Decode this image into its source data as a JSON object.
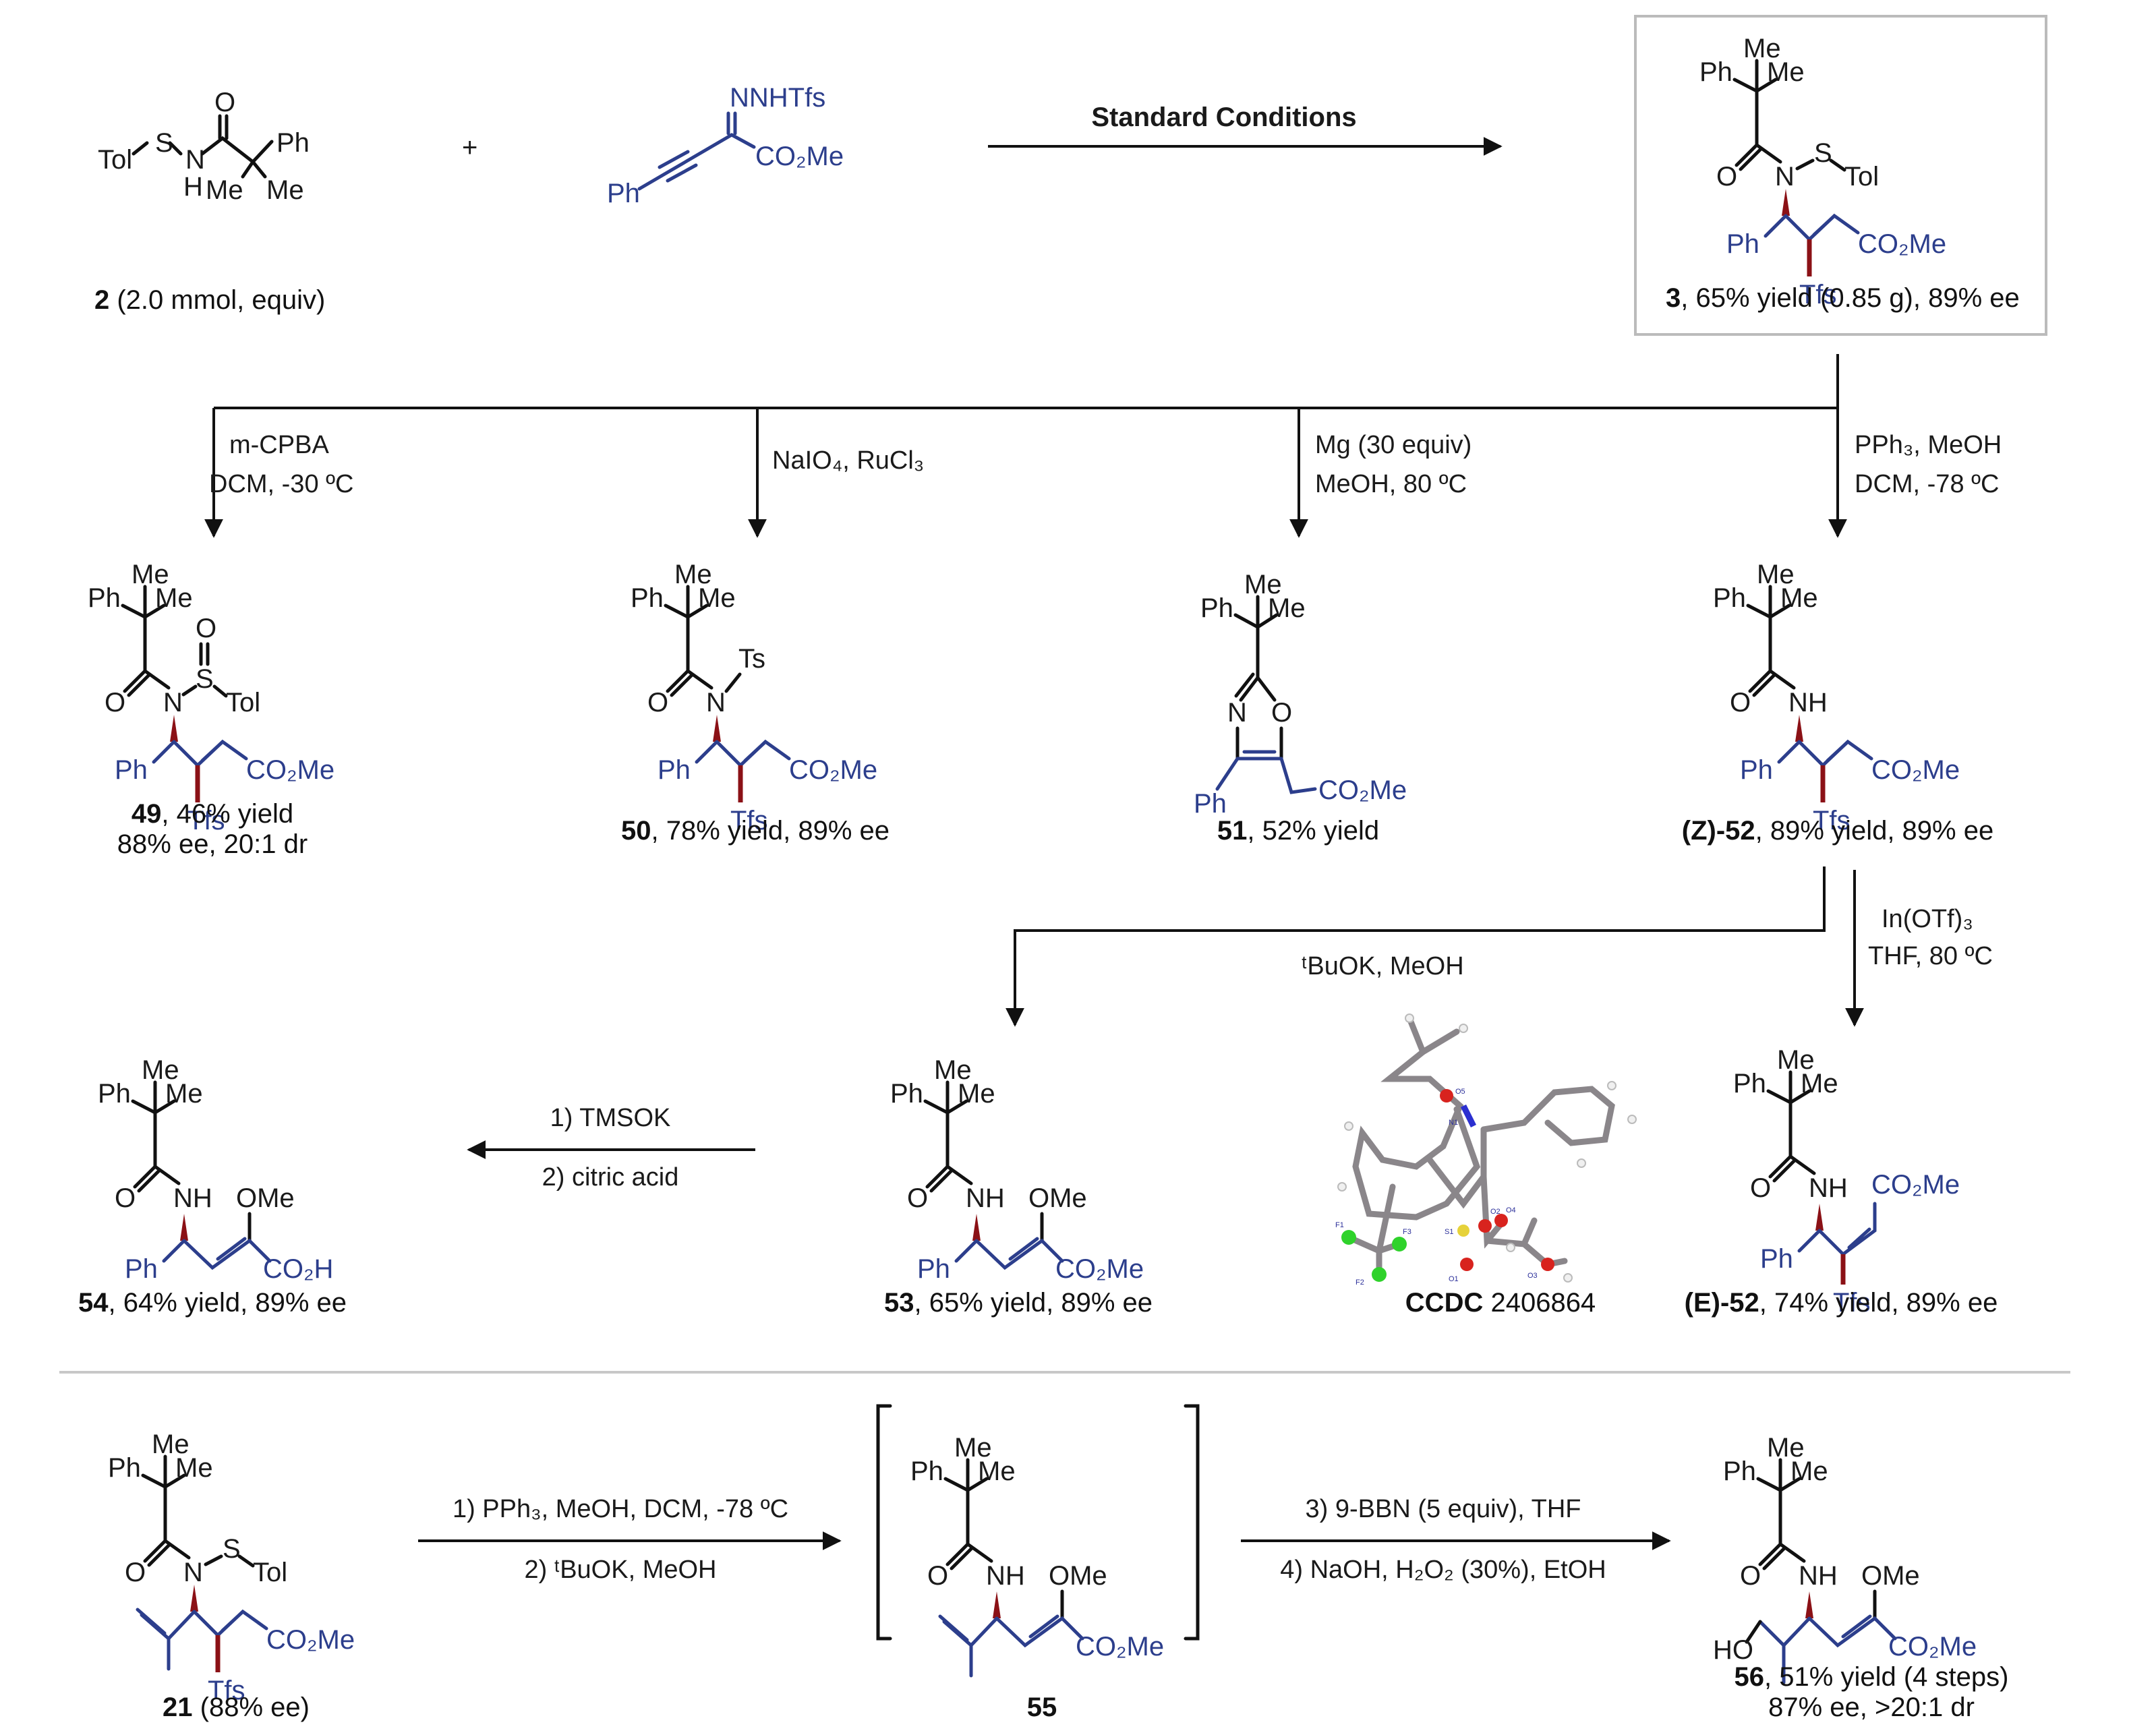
{
  "colors": {
    "substrate_blue": "#2c3e8c",
    "stereo_red": "#8b1116",
    "ink": "#111111",
    "box_border": "#bbbbbb"
  },
  "top": {
    "reactant_2": {
      "labels": {
        "tol": "Tol",
        "s": "S",
        "n": "N",
        "h": "H",
        "o": "O",
        "ph": "Ph",
        "me1": "Me",
        "me2": "Me"
      },
      "caption_bold": "2",
      "caption": " (2.0 mmol, equiv)"
    },
    "plus": "+",
    "reagent": {
      "nnhtfs": "NNHTfs",
      "co2me": "CO₂Me",
      "ph": "Ph"
    },
    "arrow_label": "Standard Conditions",
    "product_3": {
      "caption_bold": "3",
      "caption": ", 65% yield (0.85 g), 89% ee"
    }
  },
  "branches": [
    {
      "id": "49",
      "conditions": [
        "m-CPBA",
        "DCM, -30 ºC"
      ],
      "caption_bold": "49",
      "caption": ", 46% yield",
      "caption2": "88% ee, 20:1 dr"
    },
    {
      "id": "50",
      "conditions": [
        "NaIO₄, RuCl₃"
      ],
      "caption_bold": "50",
      "caption": ", 78% yield, 89% ee"
    },
    {
      "id": "51",
      "conditions": [
        "Mg (30 equiv)",
        "MeOH, 80 ºC"
      ],
      "caption_bold": "51",
      "caption": ", 52% yield"
    },
    {
      "id": "Z-52",
      "conditions": [
        "PPh₃, MeOH",
        "DCM, -78 ºC"
      ],
      "caption_bold": "(Z)-52",
      "caption": ", 89% yield, 89% ee"
    }
  ],
  "row2": {
    "tbuok_label": "ᵗBuOK, MeOH",
    "inotf_conditions": [
      "In(OTf)₃",
      "THF, 80 ºC"
    ],
    "tmsok_conditions": [
      "1) TMSOK",
      "2) citric acid"
    ],
    "p54": {
      "caption_bold": "54",
      "caption": ", 64% yield, 89% ee"
    },
    "p53": {
      "caption_bold": "53",
      "caption": ", 65% yield, 89% ee"
    },
    "crystal": {
      "caption_bold": "CCDC",
      "caption": " 2406864",
      "atom_labels": [
        "O5",
        "N1",
        "O2",
        "O4",
        "S1",
        "F1",
        "F3",
        "F2",
        "O1",
        "O3"
      ]
    },
    "pE52": {
      "caption_bold": "(E)-52",
      "caption": ", 74% yield, 89% ee"
    }
  },
  "bottom": {
    "p21": {
      "caption_bold": "21",
      "caption": " (88% ee)"
    },
    "step12": [
      "1) PPh₃, MeOH, DCM, -78 ºC",
      "2) ᵗBuOK, MeOH"
    ],
    "p55": {
      "caption_bold": "55"
    },
    "step34": [
      "3) 9-BBN (5 equiv), THF",
      "4) NaOH, H₂O₂ (30%), EtOH"
    ],
    "p56": {
      "caption_bold": "56",
      "caption": ", 51% yield (4 steps)",
      "caption2": "87% ee, >20:1 dr"
    }
  },
  "atom_text": {
    "ph": "Ph",
    "me": "Me",
    "o": "O",
    "n": "N",
    "nh": "NH",
    "s": "S",
    "tol": "Tol",
    "ts": "Ts",
    "tfs": "Tfs",
    "co2me": "CO₂Me",
    "co2h": "CO₂H",
    "ome": "OMe",
    "ho": "HO"
  }
}
